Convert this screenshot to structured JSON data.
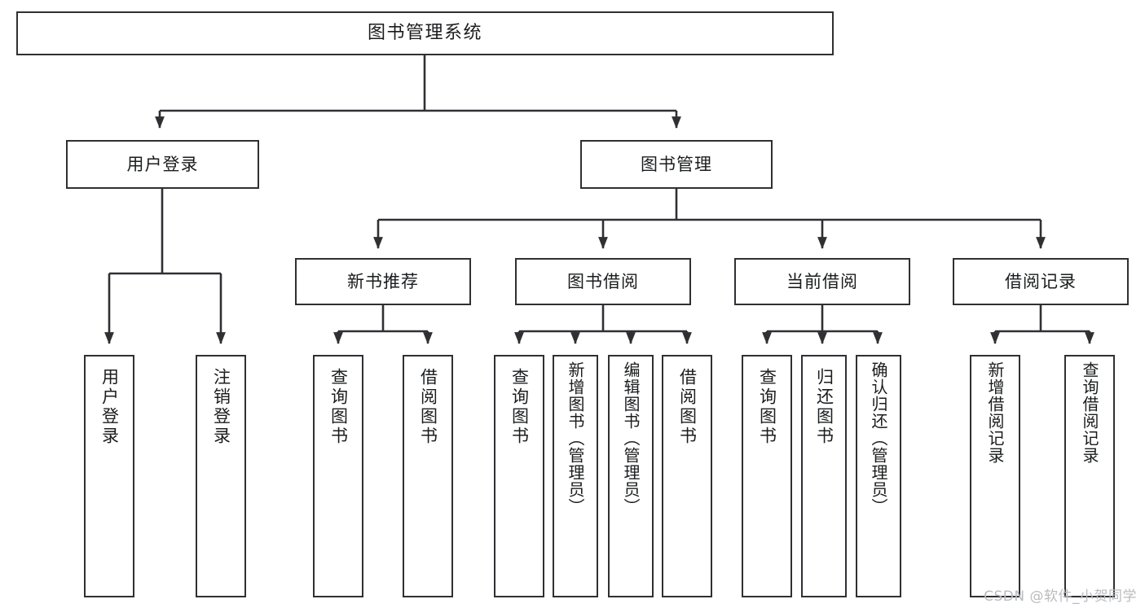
{
  "diagram": {
    "title": "图书管理系统",
    "type": "tree-hierarchy-diagram",
    "line_color": "#2f3033",
    "box_fill": "#ffffff",
    "text_color": "#1b1c1e",
    "root": {
      "label": "图书管理系统"
    },
    "level2": [
      {
        "label": "用户登录"
      },
      {
        "label": "图书管理"
      }
    ],
    "level3": [
      {
        "label": "新书推荐"
      },
      {
        "label": "图书借阅"
      },
      {
        "label": "当前借阅"
      },
      {
        "label": "借阅记录"
      }
    ],
    "leaves": {
      "user_login": [
        {
          "label": "用户登录"
        },
        {
          "label": "注销登录"
        }
      ],
      "new_book_recommend": [
        {
          "label": "查询图书"
        },
        {
          "label": "借阅图书"
        }
      ],
      "book_borrow": [
        {
          "label": "查询图书"
        },
        {
          "label": "新增图书（管理员）"
        },
        {
          "label": "编辑图书（管理员）"
        },
        {
          "label": "借阅图书"
        }
      ],
      "current_borrow": [
        {
          "label": "查询图书"
        },
        {
          "label": "归还图书"
        },
        {
          "label": "确认归还（管理员）"
        }
      ],
      "borrow_record": [
        {
          "label": "新增借阅记录"
        },
        {
          "label": "查询借阅记录"
        }
      ]
    }
  },
  "watermark": {
    "text": "CSDN @软件_小贺同学"
  }
}
